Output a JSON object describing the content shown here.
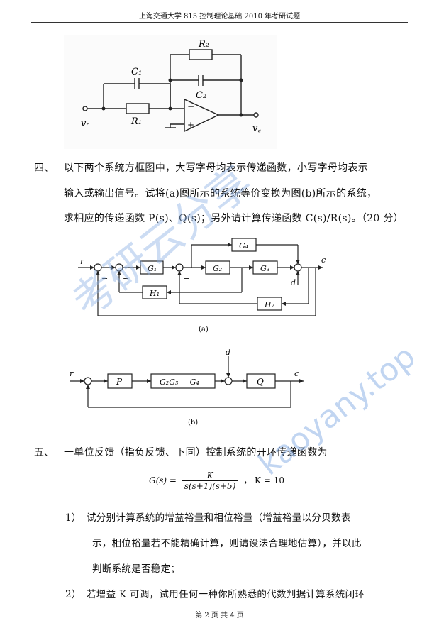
{
  "header": {
    "title": "上海交通大学 815 控制理论基础 2010 年考研试题"
  },
  "circuit": {
    "labels": {
      "r2": "R₂",
      "c1": "C₁",
      "c2": "C₂",
      "r1": "R₁",
      "minus": "−",
      "plus": "+",
      "vr": "vᵣ",
      "vc": "v꜀"
    }
  },
  "q4": {
    "number": "四、",
    "lines": [
      "以下两个系统方框图中，大写字母均表示传递函数，小写字母均表示",
      "输入或输出信号。试将(a)图所示的系统等价变换为图(b)所示的系统，",
      "求相应的传递函数 P(s)、Q(s)；另外请计算传递函数 C(s)/R(s)。（20 分）"
    ]
  },
  "diagram_a": {
    "caption": "(a)",
    "blocks": {
      "g1": "G₁",
      "g2": "G₂",
      "g3": "G₃",
      "g4": "G₄",
      "h1": "H₁",
      "h2": "H₂"
    },
    "signals": {
      "r": "r",
      "c": "c",
      "d": "d"
    },
    "signs": {
      "minus": "−"
    }
  },
  "diagram_b": {
    "caption": "(b)",
    "blocks": {
      "p": "P",
      "g": "G₂G₃ + G₄",
      "q": "Q"
    },
    "signals": {
      "r": "r",
      "c": "c",
      "d": "d"
    },
    "signs": {
      "minus": "−"
    }
  },
  "q5": {
    "number": "五、",
    "line": "一单位反馈（指负反馈、下同）控制系统的开环传递函数为",
    "formula": {
      "lhs": "G(s) =",
      "numerator": "K",
      "denominator": "s(s+1)(s+5)",
      "gain": "，  K = 10"
    },
    "items": [
      {
        "marker": "1）",
        "lines": [
          "试分别计算系统的增益裕量和相位裕量（增益裕量以分贝数表",
          "示，相位裕量若不能精确计算，则请设法合理地估算），并以此",
          "判断系统是否稳定；"
        ]
      },
      {
        "marker": "2）",
        "lines": [
          "若增益 K 可调，试用任何一种你所熟悉的代数判据计算系统闭环"
        ]
      }
    ]
  },
  "footer": {
    "text": "第 2 页  共 4 页"
  },
  "watermark": {
    "cn": "考研云分享",
    "url": "kaoyany.top",
    "color": "#8fb3e6"
  }
}
